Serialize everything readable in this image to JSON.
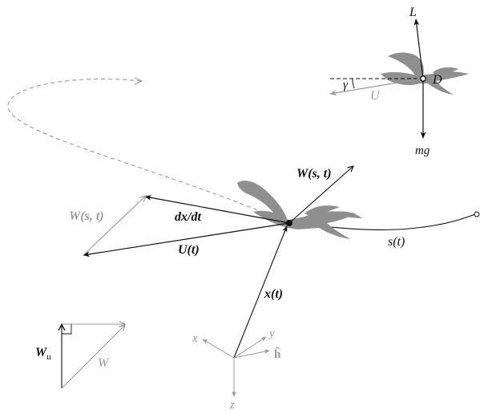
{
  "labels": {
    "lift": "L",
    "drag": "D",
    "weight": "mg",
    "gamma": "γ",
    "airspeed_inset": "U",
    "wind_vector": "W(s, t)",
    "wind_vector_left": "W(s, t)",
    "velocity": "dx/dt",
    "airspeed": "U(t)",
    "arc_length": "s(t)",
    "position": "x(t)",
    "axis_x": "x",
    "axis_y": "y",
    "axis_z": "z",
    "axis_h": "ĥ",
    "wind_updraft": "W",
    "wind_updraft_sub": "u",
    "wind_total": "W"
  },
  "colors": {
    "ink": "#111111",
    "grey": "#9a9a9a",
    "bird": "#8f8f8f"
  }
}
